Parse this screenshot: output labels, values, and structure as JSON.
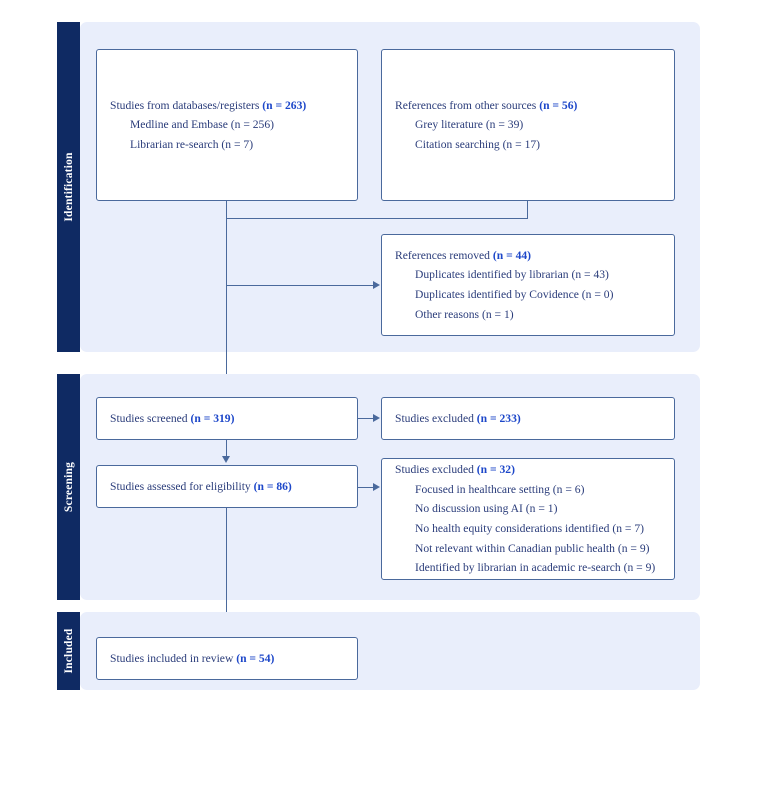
{
  "figure": {
    "type": "prisma-flow-diagram",
    "colors": {
      "stage_bar": "#0f2a63",
      "stage_panel": "#e9eefb",
      "box_border": "#4a699c",
      "box_fill": "#ffffff",
      "text": "#2a3c7a",
      "count_accent": "#1d47c9",
      "connector": "#4a699c"
    }
  },
  "stages": [
    {
      "id": "identification",
      "label": "Identification"
    },
    {
      "id": "screening",
      "label": "Screening"
    },
    {
      "id": "included",
      "label": "Included"
    }
  ],
  "boxes": {
    "databases": {
      "lines": [
        {
          "text": "Studies from databases/registers ",
          "count": "(n = 263)",
          "sub": false
        },
        {
          "text": "Medline and Embase (n = 256)",
          "count": "",
          "sub": true
        },
        {
          "text": "Librarian re-search (n = 7)",
          "count": "",
          "sub": true
        }
      ]
    },
    "other_sources": {
      "lines": [
        {
          "text": "References from other sources ",
          "count": "(n = 56)",
          "sub": false
        },
        {
          "text": "Grey literature (n = 39)",
          "count": "",
          "sub": true
        },
        {
          "text": "Citation searching (n = 17)",
          "count": "",
          "sub": true
        }
      ]
    },
    "references_removed": {
      "lines": [
        {
          "text": "References removed ",
          "count": "(n = 44)",
          "sub": false
        },
        {
          "text": "Duplicates identified by librarian (n = 43)",
          "count": "",
          "sub": true
        },
        {
          "text": "Duplicates identified by Covidence (n = 0)",
          "count": "",
          "sub": true
        },
        {
          "text": "Other reasons (n = 1)",
          "count": "",
          "sub": true
        }
      ]
    },
    "studies_screened": {
      "lines": [
        {
          "text": "Studies screened ",
          "count": "(n = 319)",
          "sub": false
        }
      ]
    },
    "studies_excluded_screening": {
      "lines": [
        {
          "text": "Studies excluded ",
          "count": "(n = 233)",
          "sub": false
        }
      ]
    },
    "studies_assessed": {
      "lines": [
        {
          "text": "Studies assessed for eligibility ",
          "count": "(n = 86)",
          "sub": false
        }
      ]
    },
    "studies_excluded_eligibility": {
      "lines": [
        {
          "text": "Studies excluded ",
          "count": "(n = 32)",
          "sub": false
        },
        {
          "text": "Focused in healthcare setting (n = 6)",
          "count": "",
          "sub": true
        },
        {
          "text": "No discussion using AI (n = 1)",
          "count": "",
          "sub": true
        },
        {
          "text": "No health equity considerations identified (n = 7)",
          "count": "",
          "sub": true
        },
        {
          "text": "Not relevant within Canadian public health (n = 9)",
          "count": "",
          "sub": true
        },
        {
          "text": "Identified by librarian in academic re-search (n = 9)",
          "count": "",
          "sub": true
        }
      ]
    },
    "studies_included": {
      "lines": [
        {
          "text": "Studies included in review ",
          "count": "(n = 54)",
          "sub": false
        }
      ]
    }
  },
  "chart_data": {
    "type": "table",
    "title": "PRISMA 2020 flow diagram",
    "nodes": [
      {
        "stage": "Identification",
        "label": "Studies from databases/registers",
        "n": 263,
        "children": [
          {
            "label": "Medline and Embase",
            "n": 256
          },
          {
            "label": "Librarian re-search",
            "n": 7
          }
        ]
      },
      {
        "stage": "Identification",
        "label": "References from other sources",
        "n": 56,
        "children": [
          {
            "label": "Grey literature",
            "n": 39
          },
          {
            "label": "Citation searching",
            "n": 17
          }
        ]
      },
      {
        "stage": "Identification",
        "label": "References removed",
        "n": 44,
        "children": [
          {
            "label": "Duplicates identified by librarian",
            "n": 43
          },
          {
            "label": "Duplicates identified by Covidence",
            "n": 0
          },
          {
            "label": "Other reasons",
            "n": 1
          }
        ]
      },
      {
        "stage": "Screening",
        "label": "Studies screened",
        "n": 319,
        "children": []
      },
      {
        "stage": "Screening",
        "label": "Studies excluded",
        "n": 233,
        "children": []
      },
      {
        "stage": "Screening",
        "label": "Studies assessed for eligibility",
        "n": 86,
        "children": []
      },
      {
        "stage": "Screening",
        "label": "Studies excluded",
        "n": 32,
        "children": [
          {
            "label": "Focused in healthcare setting",
            "n": 6
          },
          {
            "label": "No discussion using AI",
            "n": 1
          },
          {
            "label": "No health equity considerations identified",
            "n": 7
          },
          {
            "label": "Not relevant within Canadian public health",
            "n": 9
          },
          {
            "label": "Identified by librarian in academic re-search",
            "n": 9
          }
        ]
      },
      {
        "stage": "Included",
        "label": "Studies included in review",
        "n": 54,
        "children": []
      }
    ]
  }
}
